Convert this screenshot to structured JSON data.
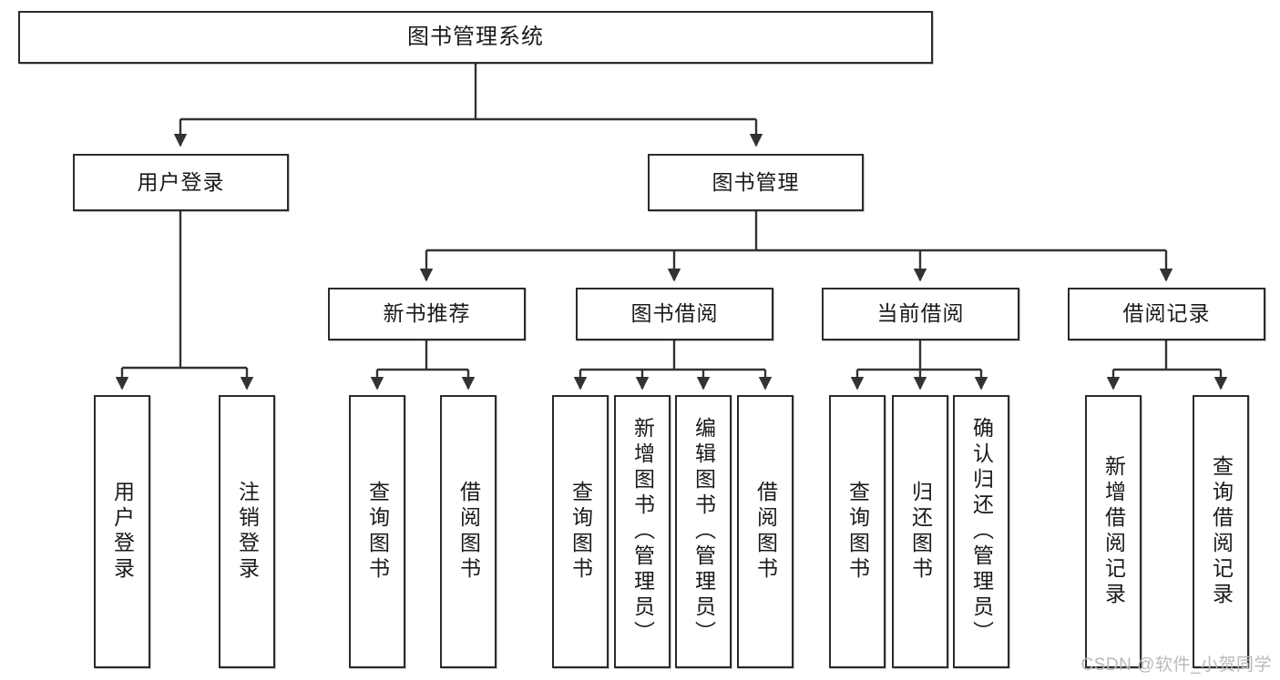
{
  "diagram": {
    "title": "图书管理系统",
    "type": "tree-hierarchy-chart",
    "watermark": "CSDN @软件_小贺同学",
    "colors": {
      "box_border": "#2b2b2b",
      "box_fill": "#ffffff",
      "edge": "#333333",
      "text": "#1a1a1a",
      "watermark": "#b9b9b9",
      "canvas": "#ffffff"
    },
    "root": {
      "label": "图书管理系统"
    },
    "level2": [
      {
        "label": "用户登录"
      },
      {
        "label": "图书管理"
      }
    ],
    "level3": [
      {
        "label": "新书推荐"
      },
      {
        "label": "图书借阅"
      },
      {
        "label": "当前借阅"
      },
      {
        "label": "借阅记录"
      }
    ],
    "leaves": {
      "user_login": [
        {
          "label": "用户登录"
        },
        {
          "label": "注销登录"
        }
      ],
      "new_book_recommend": [
        {
          "label": "查询图书"
        },
        {
          "label": "借阅图书"
        }
      ],
      "book_borrow": [
        {
          "label": "查询图书"
        },
        {
          "label": "新增图书（管理员）"
        },
        {
          "label": "编辑图书（管理员）"
        },
        {
          "label": "借阅图书"
        }
      ],
      "current_borrow": [
        {
          "label": "查询图书"
        },
        {
          "label": "归还图书"
        },
        {
          "label": "确认归还（管理员）"
        }
      ],
      "borrow_record": [
        {
          "label": "新增借阅记录"
        },
        {
          "label": "查询借阅记录"
        }
      ]
    }
  }
}
